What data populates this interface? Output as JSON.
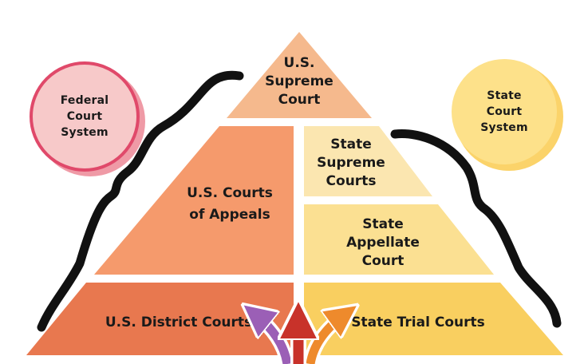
{
  "federal_system": {
    "lines": [
      "Federal",
      "Court",
      "System"
    ],
    "circle_fill": "#f7c9c9",
    "circle_stroke": "#e0496a",
    "shadow": "#ef9aa6"
  },
  "state_system": {
    "lines": [
      "State",
      "Court",
      "System"
    ],
    "circle_fill": "#fde18a",
    "shadow": "#fbd36a"
  },
  "pyramid": {
    "top": {
      "lines": [
        "U.S.",
        "Supreme",
        "Court"
      ],
      "fill": "#f5b98d"
    },
    "federal": [
      {
        "lines": [
          "U.S. Courts",
          "of Appeals"
        ],
        "fill": "#f59a6c"
      },
      {
        "lines": [
          "U.S. District Courts"
        ],
        "fill": "#e8784f"
      }
    ],
    "state": [
      {
        "lines": [
          "State",
          "Supreme",
          "Courts"
        ],
        "fill": "#fbe6b0"
      },
      {
        "lines": [
          "State",
          "Appellate",
          "Court"
        ],
        "fill": "#fbe092"
      },
      {
        "lines": [
          "State Trial Courts"
        ],
        "fill": "#f9cf60"
      }
    ]
  },
  "arrows": {
    "colors": [
      "#9b5fb6",
      "#c8322a",
      "#ee8a2c"
    ]
  },
  "colors": {
    "brace": "#111111",
    "divider": "#ffffff"
  }
}
